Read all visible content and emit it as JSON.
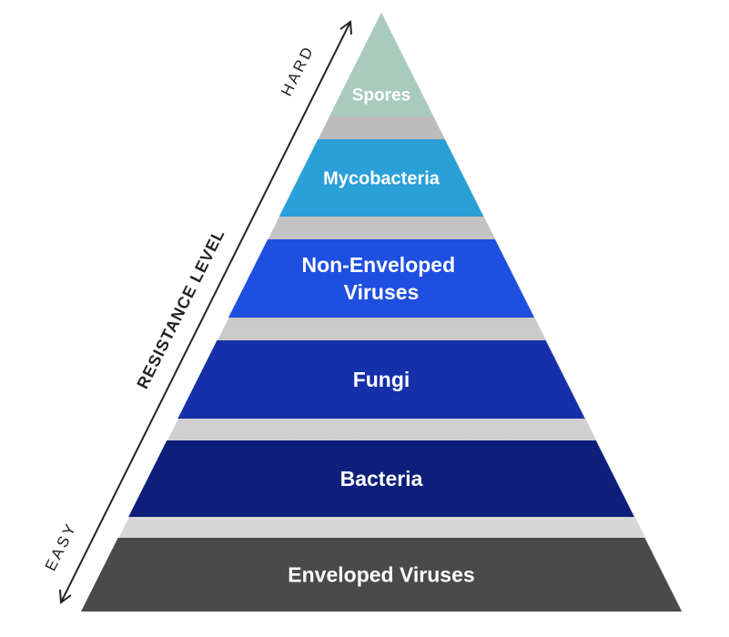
{
  "pyramid": {
    "tiers": [
      {
        "id": "spores",
        "lines": [
          "Spores"
        ],
        "color": "#a8cbbd"
      },
      {
        "id": "mycobacteria",
        "lines": [
          "Mycobacteria"
        ],
        "color": "#2b9fd8"
      },
      {
        "id": "non-enveloped-viruses",
        "lines": [
          "Non-Enveloped",
          "Viruses"
        ],
        "color": "#1f4fe0"
      },
      {
        "id": "fungi",
        "lines": [
          "Fungi"
        ],
        "color": "#1530a8"
      },
      {
        "id": "bacteria",
        "lines": [
          "Bacteria"
        ],
        "color": "#0d1f7a"
      },
      {
        "id": "enveloped-viruses",
        "lines": [
          "Enveloped Viruses"
        ],
        "color": "#4a4a4a"
      }
    ],
    "gap_color": "#c4c4c4"
  },
  "axis": {
    "title": "RESISTANCE LEVEL",
    "top_label": "HARD",
    "bottom_label": "EASY"
  }
}
